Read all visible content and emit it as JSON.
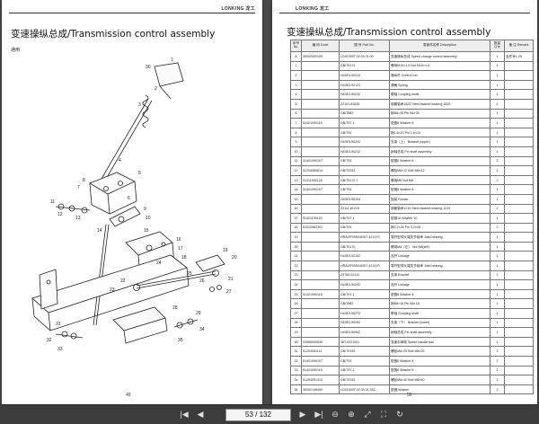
{
  "left_page": {
    "logo": "LONKING 龙工",
    "title": "变速操纵总成/Transmission control assembly",
    "subtitle": "通用",
    "page_number": "49",
    "callouts": [
      {
        "n": "1"
      },
      {
        "n": "2"
      },
      {
        "n": "3"
      },
      {
        "n": "4"
      },
      {
        "n": "5"
      },
      {
        "n": "6"
      },
      {
        "n": "7"
      },
      {
        "n": "8"
      },
      {
        "n": "9"
      },
      {
        "n": "10"
      },
      {
        "n": "11"
      },
      {
        "n": "12"
      },
      {
        "n": "13"
      },
      {
        "n": "14"
      },
      {
        "n": "15"
      },
      {
        "n": "16"
      },
      {
        "n": "17"
      },
      {
        "n": "18"
      },
      {
        "n": "19"
      },
      {
        "n": "20"
      },
      {
        "n": "21"
      },
      {
        "n": "22"
      },
      {
        "n": "23"
      },
      {
        "n": "24"
      },
      {
        "n": "25"
      },
      {
        "n": "26"
      },
      {
        "n": "27"
      },
      {
        "n": "28"
      },
      {
        "n": "29"
      },
      {
        "n": "30"
      },
      {
        "n": "31"
      },
      {
        "n": "32"
      },
      {
        "n": "33"
      },
      {
        "n": "34"
      },
      {
        "n": "35"
      }
    ]
  },
  "right_page": {
    "logo": "LONKING 龙工",
    "title": "变速操纵总成/Transmission control assembly",
    "page_number": "50",
    "headers": [
      "序号 No.",
      "编 码 Code",
      "图 号 Part No.",
      "零部件名称 Description",
      "数量 Q'ty",
      "备 注 Remark"
    ],
    "rows": [
      [
        "A",
        "30002020105",
        "LG01000T.02.03.01.00",
        "变速操纵总成 Speed change control assembly",
        "1",
        "含件号1-25"
      ],
      [
        "1",
        "",
        "GB/T6172",
        "螺母M10×1.5  Nut M10×1.5",
        "1",
        ""
      ],
      [
        "2",
        "",
        "H43E3-90013",
        "操纵杆  Control rod",
        "1",
        ""
      ],
      [
        "3",
        "",
        "H43E3-92123",
        "弹簧  Spring",
        "1",
        ""
      ],
      [
        "4",
        "",
        "H43E3-90232",
        "联轴  Coupling shaft",
        "1",
        ""
      ],
      [
        "5",
        "",
        "Z2101-81635",
        "钢套轴承1625  Steel-backed bearing 1625",
        "4",
        ""
      ],
      [
        "6",
        "",
        "GB/T882",
        "销B6×35  Pin B6×35",
        "1",
        ""
      ],
      [
        "7",
        "51421090115",
        "GB/T97.1",
        "垫圈6  Washer 6",
        "1",
        ""
      ],
      [
        "8",
        "",
        "GB/T91",
        "销1.6×10  Pin 1.6×10",
        "1",
        ""
      ],
      [
        "9",
        "",
        "H43E3-90202",
        "支架（上）  Bracket (upper)",
        "1",
        ""
      ],
      [
        "10",
        "",
        "H43E3-90212",
        "销轴总成  Pin shaft assembly",
        "1",
        ""
      ],
      [
        "11",
        "51401090107",
        "GB/T93",
        "垫圈6  Washer 6",
        "2",
        ""
      ],
      [
        "12",
        "51204080814",
        "GB/T5783",
        "螺栓M6×12  Bolt M6×12",
        "2",
        ""
      ],
      [
        "13",
        "51311002125",
        "GB/T6172.1",
        "螺母M8  Nut M8",
        "2",
        ""
      ],
      [
        "14",
        "51401090107",
        "GB/T93",
        "垫圈8  Washer 8",
        "1",
        ""
      ],
      [
        "15",
        "",
        "H43E3-90293",
        "摇臂  Rocker",
        "1",
        ""
      ],
      [
        "16",
        "",
        "Z2111-81215",
        "钢套轴承1215  Steel-backed bearing 1215",
        "2",
        ""
      ],
      [
        "17",
        "51421100115",
        "GB/T97.1",
        "垫圈10  Washer 10",
        "1",
        ""
      ],
      [
        "18",
        "51512082301",
        "GB/T91",
        "销3.2×26  Pin 3.2×26",
        "2",
        ""
      ],
      [
        "19",
        "",
        "HRA2IF0950/A007-4211Y3",
        "弯杆型球头端关节轴承  Joint bearing",
        "1",
        ""
      ],
      [
        "20",
        "",
        "GB/T6170",
        "螺母M8（左）  Nut M8(left)",
        "1",
        ""
      ],
      [
        "21",
        "",
        "H43E3-92102",
        "连杆  Linkage",
        "1",
        ""
      ],
      [
        "22",
        "",
        "HRA2IF0950/A007-4211Y0",
        "弯杆型球头端关节轴承  Joint bearing",
        "1",
        ""
      ],
      [
        "23",
        "",
        "Z5783-92112",
        "支架  Bracket",
        "1",
        ""
      ],
      [
        "24",
        "",
        "H43E3-90242",
        "连杆  Linkage",
        "1",
        ""
      ],
      [
        "25",
        "51421090115",
        "GB/T97.1",
        "垫圈8  Washer 8",
        "1",
        ""
      ],
      [
        "26",
        "",
        "GB/T882",
        "销B8×18  Pin B8×18",
        "1",
        ""
      ],
      [
        "27",
        "",
        "H43E3-90272",
        "联轴  Coupling shaft",
        "1",
        ""
      ],
      [
        "28",
        "",
        "H43E3-90252",
        "支架（下）  Bracket (lower)",
        "1",
        ""
      ],
      [
        "29",
        "",
        "H43E3-90902",
        "销轴总成  Pin shaft assembly",
        "1",
        ""
      ],
      [
        "30",
        "00960000549",
        "36T-0221051",
        "变速手柄球  Speed handle ball",
        "1",
        ""
      ],
      [
        "31",
        "51204081114",
        "GB/T5783",
        "螺栓M8×25  Bolt M8×25",
        "2",
        ""
      ],
      [
        "32",
        "51401090107",
        "GB/T93",
        "垫圈8  Washer 8",
        "2",
        ""
      ],
      [
        "33",
        "51421090115",
        "GB/T97.1",
        "垫圈8  Washer 8",
        "2",
        ""
      ],
      [
        "34",
        "51204091414",
        "GB/T5783",
        "螺栓M8×40  Bolt M8×40",
        "2",
        ""
      ],
      [
        "35",
        "30002106400",
        "LG01000T.02.03.01-002",
        "垫圈  Washer",
        "2",
        ""
      ]
    ]
  },
  "toolbar": {
    "first": "|◀",
    "prev": "◀",
    "next": "▶",
    "last": "▶|",
    "page_indicator": "53 / 132",
    "zoom_out": "⊖",
    "zoom_in": "⊕",
    "fit": "⤢",
    "fullscreen": "⛶",
    "rotate": "↻"
  }
}
